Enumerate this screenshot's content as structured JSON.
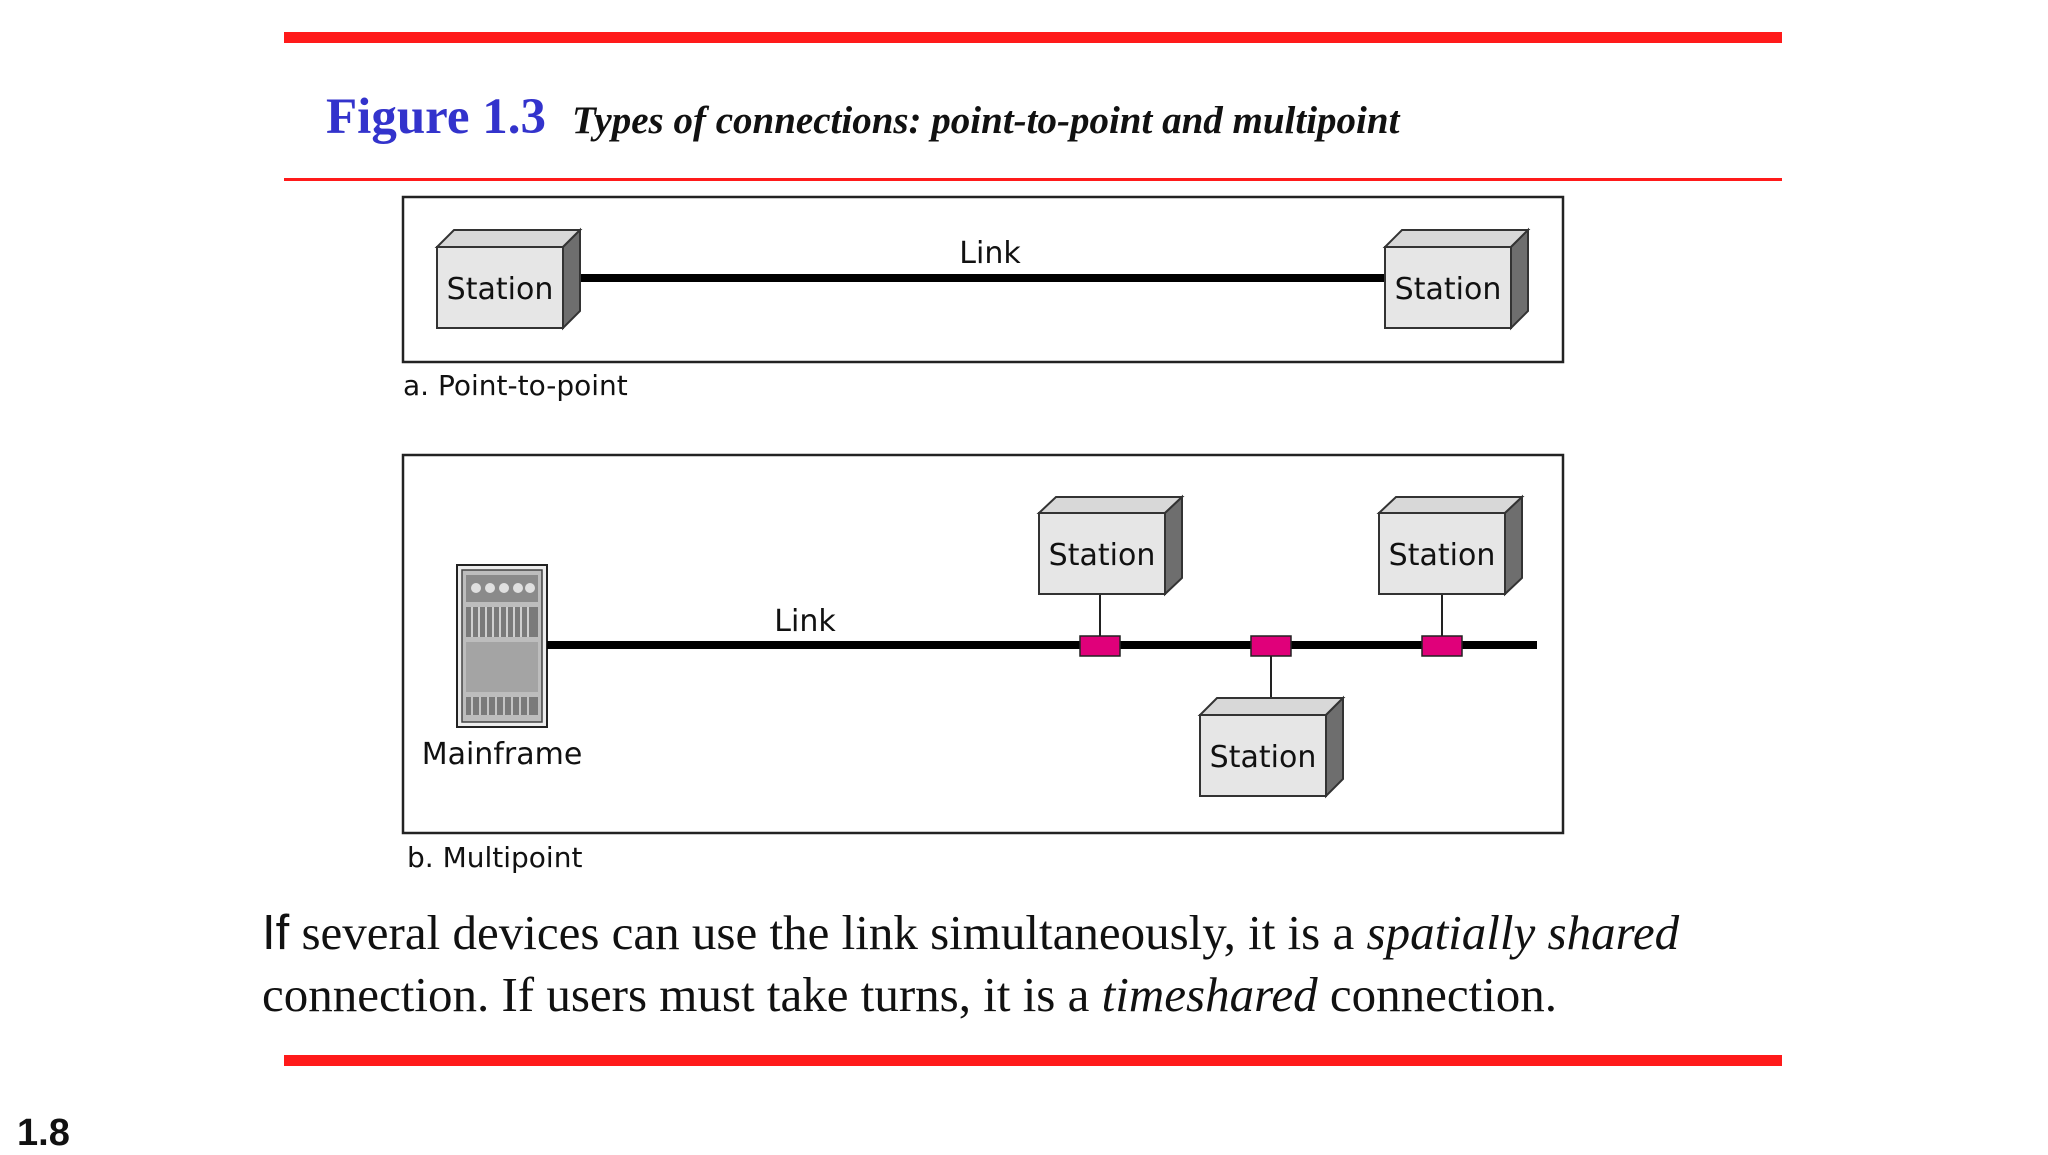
{
  "figure": {
    "number": "Figure 1.3",
    "caption": "Types of connections: point-to-point and multipoint"
  },
  "point_to_point": {
    "link_label": "Link",
    "left_station": "Station",
    "right_station": "Station",
    "panel_label": "a. Point-to-point"
  },
  "multipoint": {
    "link_label": "Link",
    "mainframe_label": "Mainframe",
    "stations": [
      "Station",
      "Station",
      "Station"
    ],
    "panel_label": "b. Multipoint"
  },
  "body": {
    "if_word": "If",
    "part1": " several devices can use the link simultaneously, it is a ",
    "emph1": "spatially shared",
    "part2": " connection. If users must take turns, it is a ",
    "emph2": "timeshared",
    "part3": " connection."
  },
  "slide_number": "1.8",
  "colors": {
    "rule": "#ff1a1a",
    "figure_number": "#3333cc",
    "tap": "#e0007a"
  }
}
